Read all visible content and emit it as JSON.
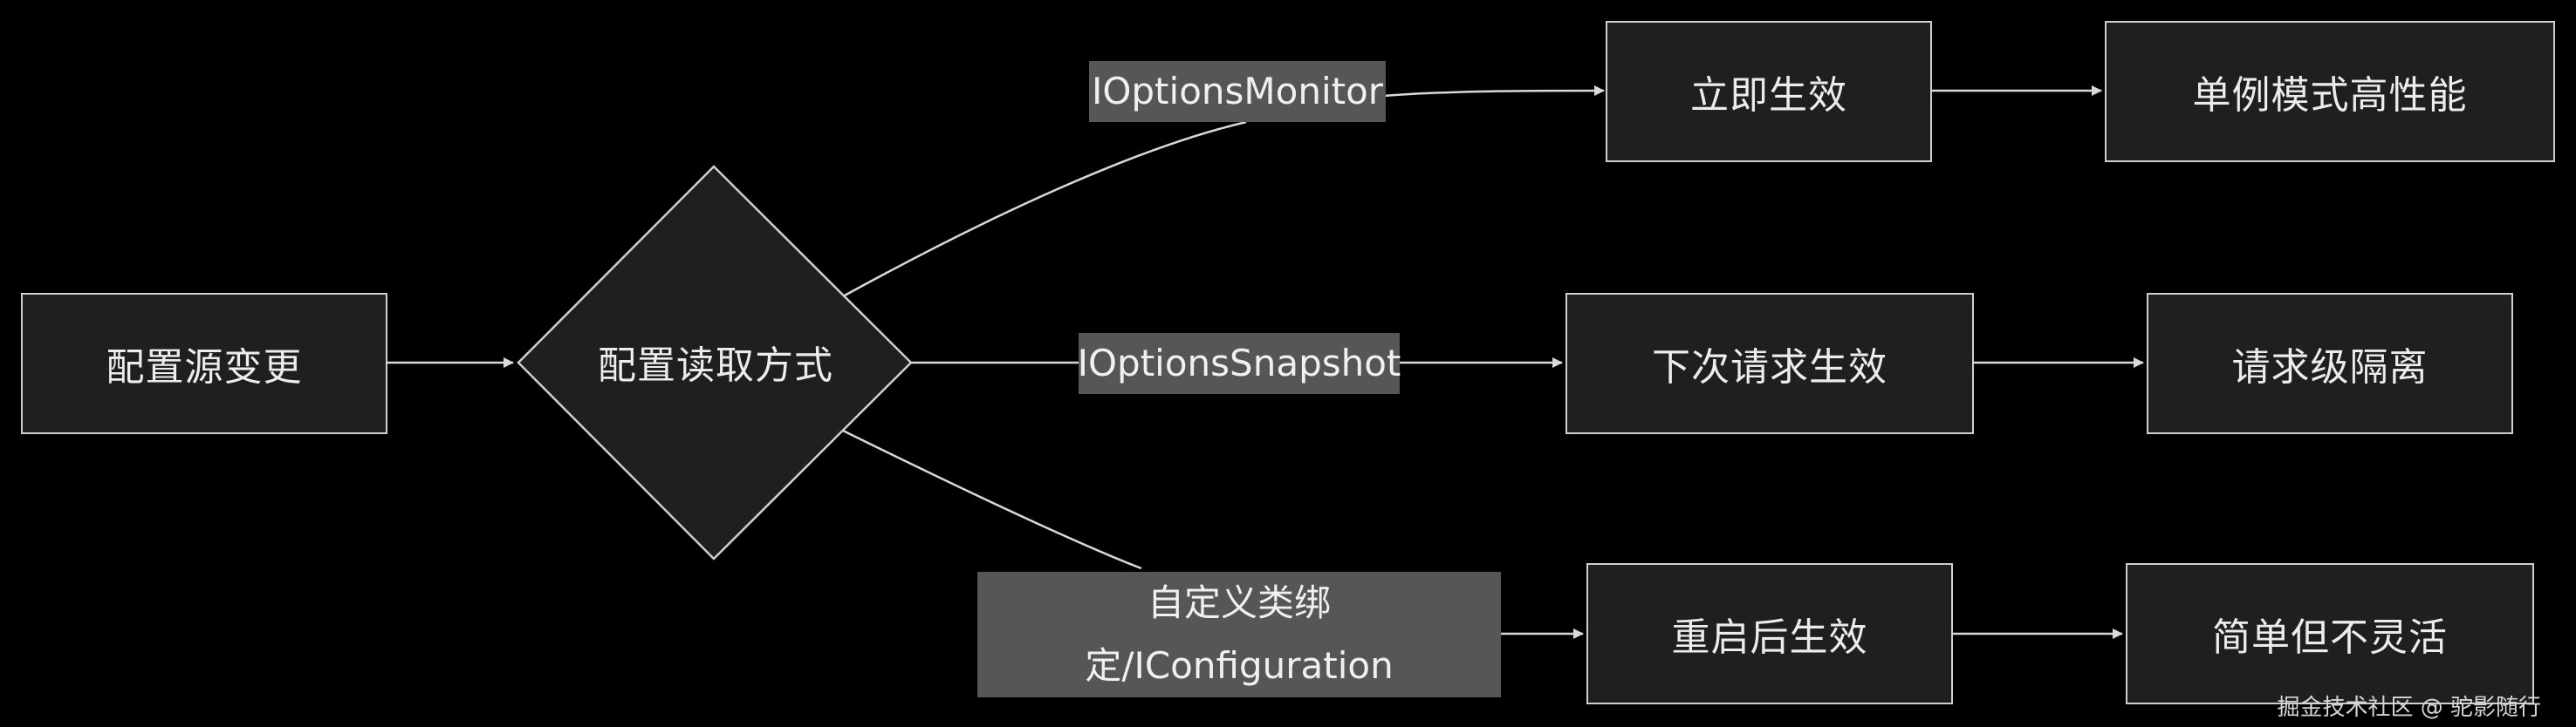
{
  "nodes": {
    "config_change": "配置源变更",
    "read_mode": "配置读取方式",
    "immediate": "立即生效",
    "singleton": "单例模式高性能",
    "next_request": "下次请求生效",
    "request_isolation": "请求级隔离",
    "restart": "重启后生效",
    "simple": "简单但不灵活"
  },
  "edge_labels": {
    "monitor": "IOptionsMonitor",
    "snapshot": "IOptionsSnapshot",
    "custom_line1": "自定义类绑",
    "custom_line2": "定/IConfiguration"
  },
  "watermark": "掘金技术社区 @ 驼影随行",
  "colors": {
    "background": "#000000",
    "node_fill": "#1f1f1f",
    "node_border": "#cfcfcf",
    "label_fill": "#565656",
    "edge": "#d9d9d9"
  }
}
